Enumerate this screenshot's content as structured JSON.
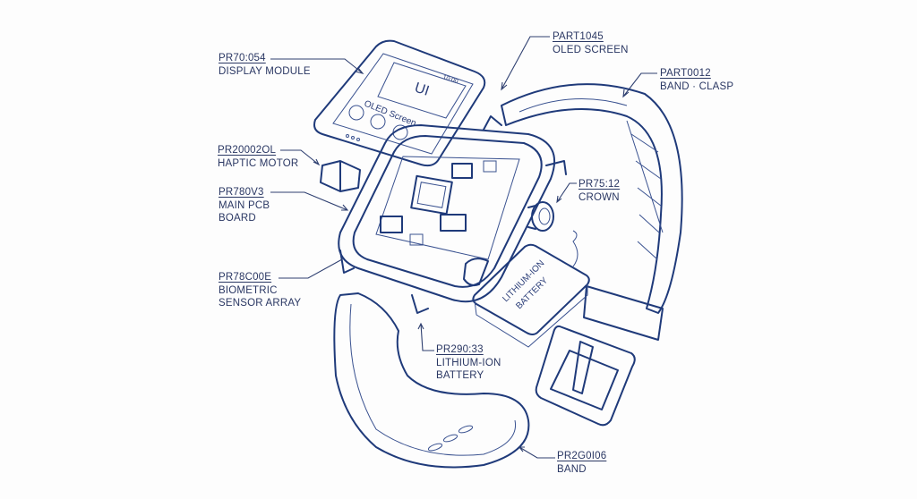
{
  "labels": [
    {
      "code": "PR70:054",
      "name": [
        "DISPLAY MODULE"
      ]
    },
    {
      "code": "PART1045",
      "name": [
        "OLED SCREEN"
      ]
    },
    {
      "code": "PART0012",
      "name": [
        "BAND · CLASP"
      ]
    },
    {
      "code": "PR20002OL",
      "name": [
        "HAPTIC MOTOR"
      ]
    },
    {
      "code": "PR780V3",
      "name": [
        "MAIN PCB",
        "BOARD"
      ]
    },
    {
      "code": "PR75:12",
      "name": [
        "CROWN"
      ]
    },
    {
      "code": "PR78C00E",
      "name": [
        "BIOMETRIC",
        "SENSOR ARRAY"
      ]
    },
    {
      "code": "PR290:33",
      "name": [
        "LITHIUM-ION",
        "BATTERY"
      ]
    },
    {
      "code": "PR2G0I06",
      "name": [
        "BAND"
      ]
    }
  ],
  "screen": {
    "title": "UI",
    "subtitle": "OLED Screen",
    "time": "10:00"
  },
  "battery_print": [
    "LITHIUM-ION",
    "BATTERY"
  ]
}
